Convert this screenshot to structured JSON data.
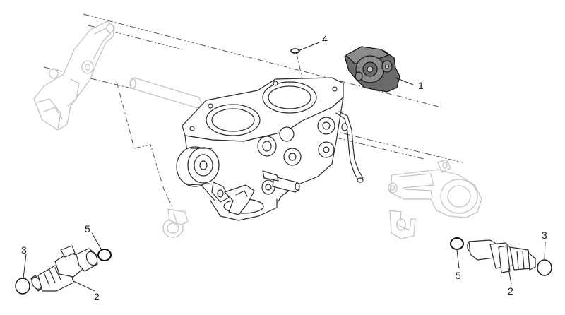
{
  "callouts": {
    "c1": "1",
    "c2_left": "2",
    "c2_right": "2",
    "c3_left": "3",
    "c3_right": "3",
    "c4": "4",
    "c5_left": "5",
    "c5_right": "5"
  }
}
